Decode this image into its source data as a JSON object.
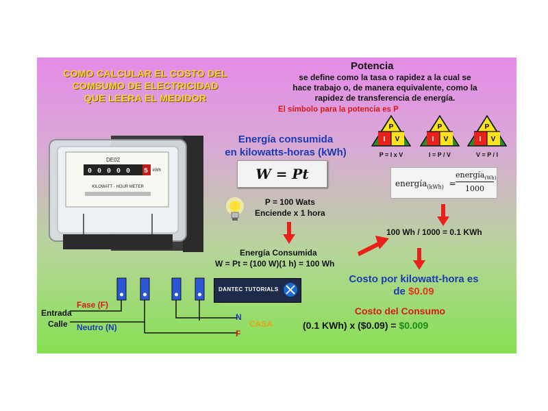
{
  "title": {
    "line1": "COMO CALCULAR EL COSTO DEL",
    "line2": "COMSUMO DE ELECTRICIDAD",
    "line3": "QUE LEERA EL MEDIDOR"
  },
  "potencia": {
    "heading": "Potencia",
    "line1": "se define como la tasa o rapidez a la cual se",
    "line2": "hace  trabajo o,  de manera equivalente, como la",
    "line3": "rapidez de transferencia de energía.",
    "symbol_note": "El símbolo para la potencia es P"
  },
  "triangles": [
    {
      "top": "P",
      "left": "I",
      "right": "V",
      "formula": "P = I x V"
    },
    {
      "top": "P",
      "left": "I",
      "right": "V",
      "formula": "I = P / V"
    },
    {
      "top": "P",
      "left": "I",
      "right": "V",
      "formula": "V = P / I"
    }
  ],
  "energia": {
    "line1": "Energía consumida",
    "line2": "en kilowatts-horas (kWh)",
    "formula": "W = Pt"
  },
  "energia_conversion": {
    "left": "energía",
    "left_sub": "(kWh)",
    "eq": "=",
    "num": "energía",
    "num_sub": "(Wh)",
    "den": "1000"
  },
  "bulb": {
    "power": "P = 100 Wats",
    "duration": "Enciende x 1 hora"
  },
  "consumida": {
    "label": "Energía Consumida",
    "equation": "W = Pt = (100 W)(1 h) = 100 Wh"
  },
  "conversion_result": "100 Wh / 1000 = 0.1 KWh",
  "costo_kwh": {
    "line1": "Costo por kilowatt-hora es",
    "line2_prefix": "de ",
    "price": "$0.09"
  },
  "costo_consumo": {
    "label": "Costo del Consumo",
    "eq_prefix": "(0.1 KWh) x ($0.09) = ",
    "result": "$0.009"
  },
  "meter": {
    "brand": "DE02",
    "digits": [
      "0",
      "0",
      "0",
      "0",
      "0",
      "5"
    ],
    "unit": "kWh",
    "label": "KILOWATT - HOUR METER"
  },
  "wiring": {
    "fase": "Fase (F)",
    "entrada": "Entrada",
    "calle": "Calle",
    "neutro": "Neutro (N)",
    "n_label": "N",
    "f_label": "F",
    "casa": "CASA"
  },
  "logo": {
    "text": "DANTEC TUTORIALS"
  },
  "colors": {
    "title_yellow": "#f6d33a",
    "blue_text": "#1b3bb0",
    "red_text": "#d71a1a",
    "green_text": "#1a8a1a",
    "arrow_red": "#e8221a"
  }
}
